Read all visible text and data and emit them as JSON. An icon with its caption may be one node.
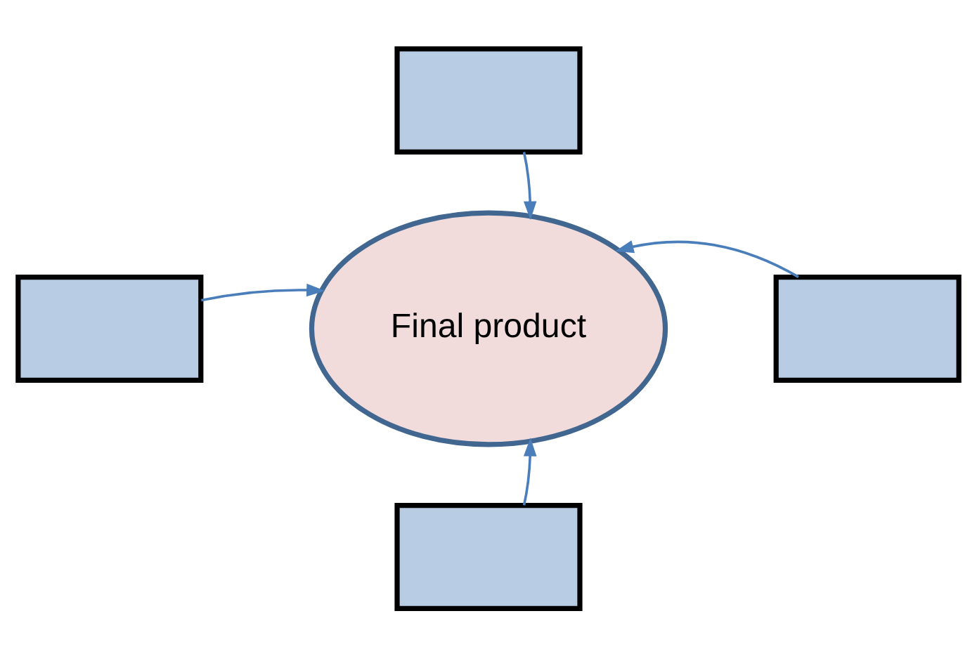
{
  "diagram": {
    "nodes": [
      {
        "text": [],
        "shape": "box"
      },
      {
        "text": [],
        "shape": "box"
      },
      {
        "text": [
          "Final product"
        ]
      },
      {
        "text": [],
        "shape": "box"
      },
      {
        "text": [],
        "shape": "box"
      }
    ],
    "edges": [
      {
        "from": 0,
        "to": 2,
        "arrow": "to"
      },
      {
        "from": 1,
        "to": 2,
        "arrow": "to"
      },
      {
        "from": 3,
        "to": 2,
        "arrow": "to"
      },
      {
        "from": 4,
        "to": 2,
        "arrow": "to"
      }
    ]
  }
}
